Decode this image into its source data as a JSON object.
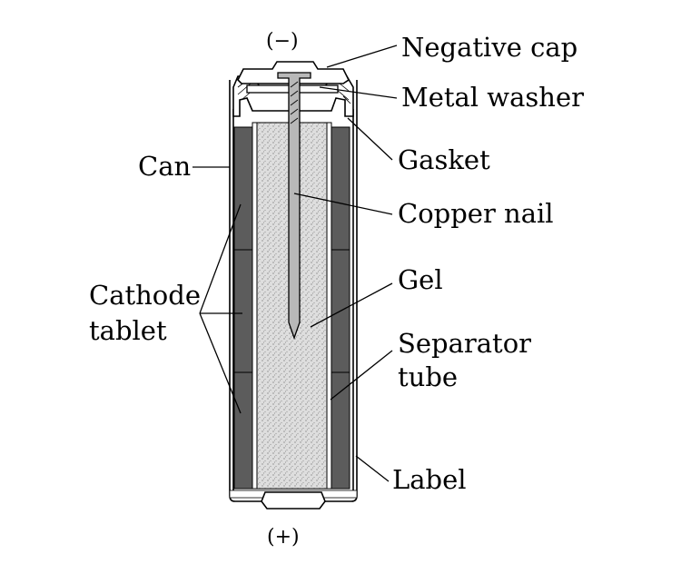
{
  "terminals": {
    "negative": "(−)",
    "positive": "(+)"
  },
  "labels": {
    "negative_cap": "Negative cap",
    "metal_washer": "Metal washer",
    "gasket": "Gasket",
    "copper_nail": "Copper nail",
    "gel": "Gel",
    "separator_line1": "Separator",
    "separator_line2": "tube",
    "label": "Label",
    "can": "Can",
    "cathode_line1": "Cathode",
    "cathode_line2": "tablet"
  },
  "colors": {
    "cathode": "#5c5c5c",
    "gel": "#dcdcdc",
    "line": "#000000",
    "cap": "#ffffff"
  }
}
